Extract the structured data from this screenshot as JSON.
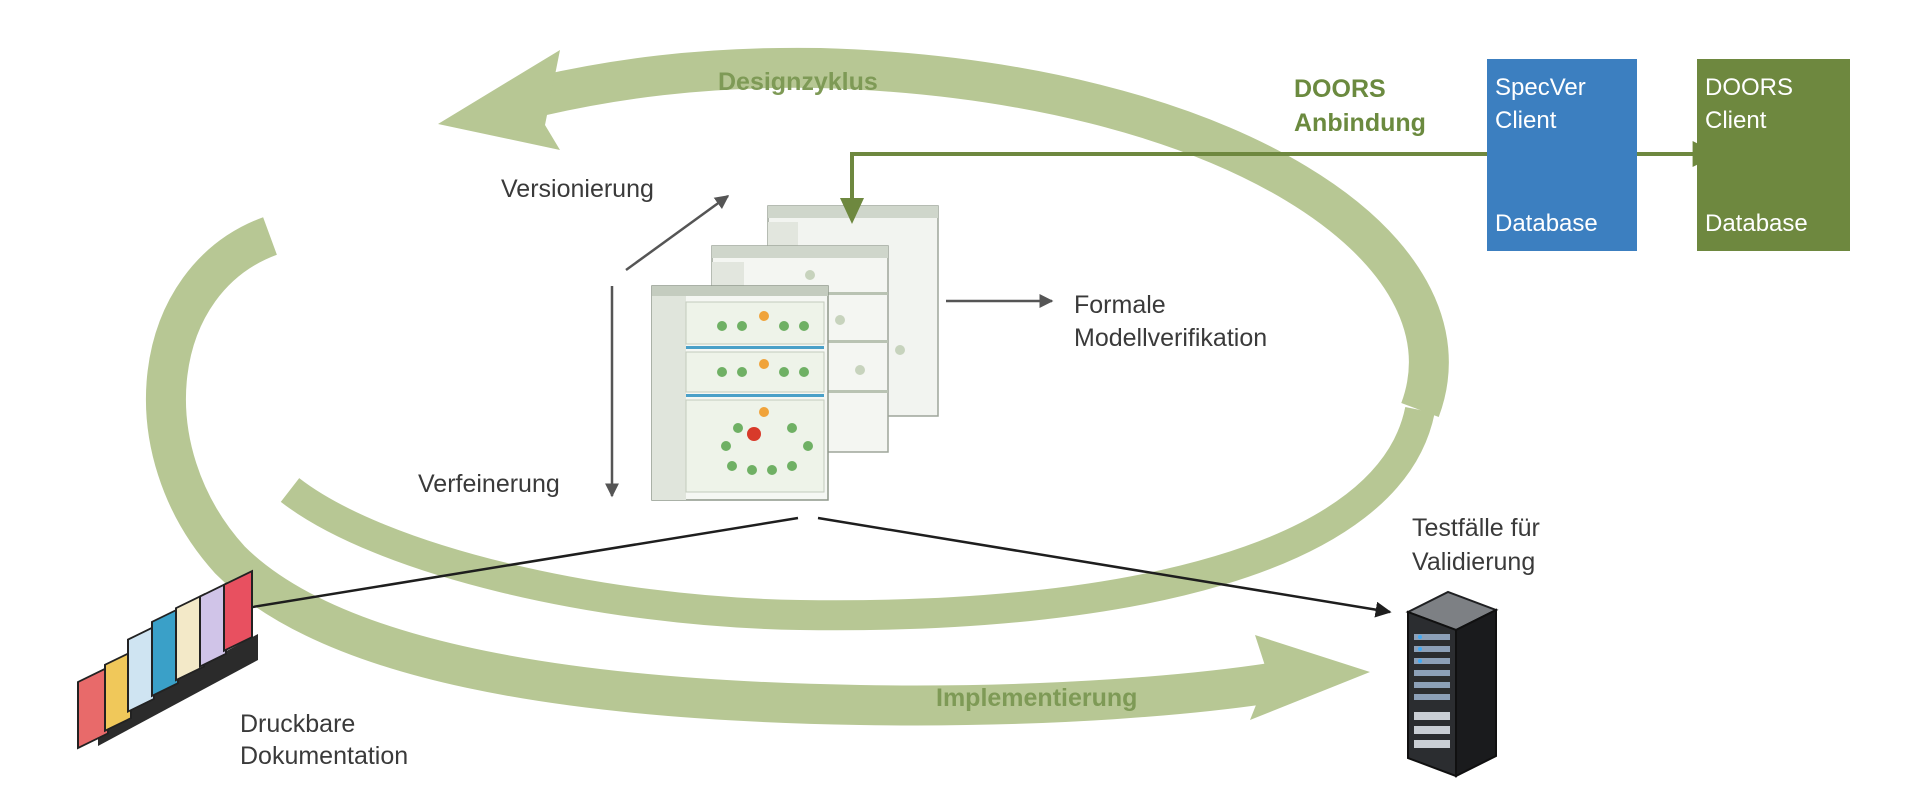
{
  "cycle": {
    "design_label": "Designzyklus",
    "implementation_label": "Implementierung"
  },
  "doors_link": {
    "label_line1": "DOORS",
    "label_line2": "Anbindung"
  },
  "boxes": {
    "specver": {
      "title_line1": "SpecVer",
      "title_line2": "Client",
      "bottom": "Database"
    },
    "doors": {
      "title_line1": "DOORS",
      "title_line2": "Client",
      "bottom": "Database"
    }
  },
  "labels": {
    "versioning": "Versionierung",
    "refinement": "Verfeinerung",
    "formal_line1": "Formale",
    "formal_line2": "Modellverifikation",
    "tests_line1": "Testfälle für",
    "tests_line2": "Validierung",
    "docs_line1": "Druckbare",
    "docs_line2": "Dokumentation"
  },
  "icons": {
    "books": "book-stack-icon",
    "server": "server-rack-icon",
    "screens": "model-screenshot-stack-icon"
  },
  "colors": {
    "cycle_green": "#b7c794",
    "doors_green": "#6e883f",
    "specver_blue": "#3c7fc0",
    "label_green": "#7e9a56",
    "text_gray": "#3a3a3a"
  }
}
